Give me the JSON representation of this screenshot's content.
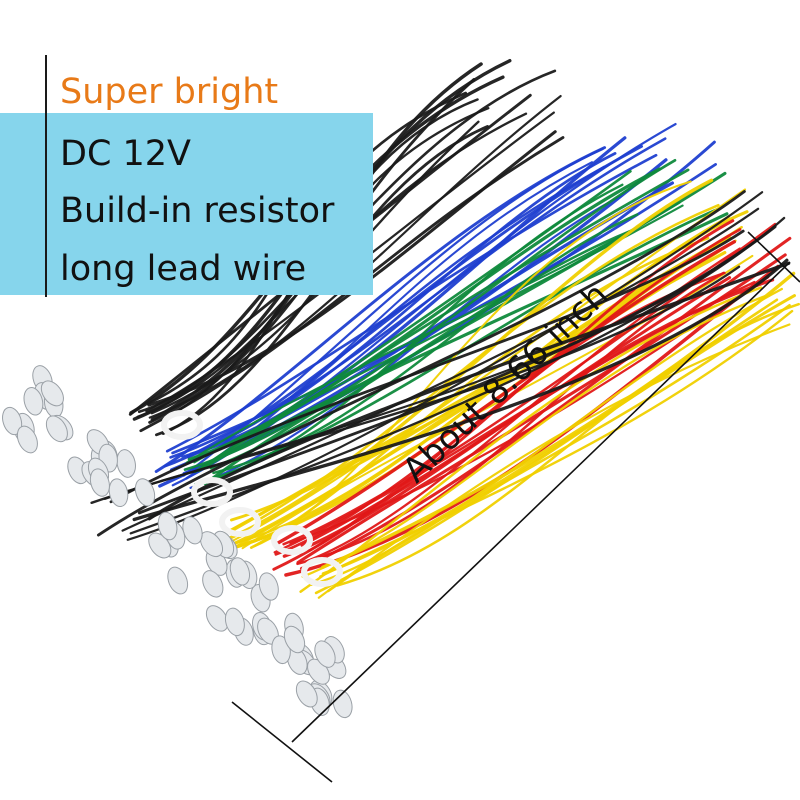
{
  "text": {
    "headline": "Super bright",
    "line1": "DC 12V",
    "line2": "Build-in resistor",
    "line3": "long lead wire",
    "measure": "About 8.66 inch"
  },
  "colors": {
    "headline": "#e87a18",
    "banner": "#86d5ec",
    "text": "#111111",
    "wire_black": "#1a1a1a",
    "wire_blue": "#1f3fd0",
    "wire_green": "#0f8a3c",
    "wire_yellow": "#f0d000",
    "wire_red": "#e01818",
    "wire_white": "#f2f2f2"
  }
}
